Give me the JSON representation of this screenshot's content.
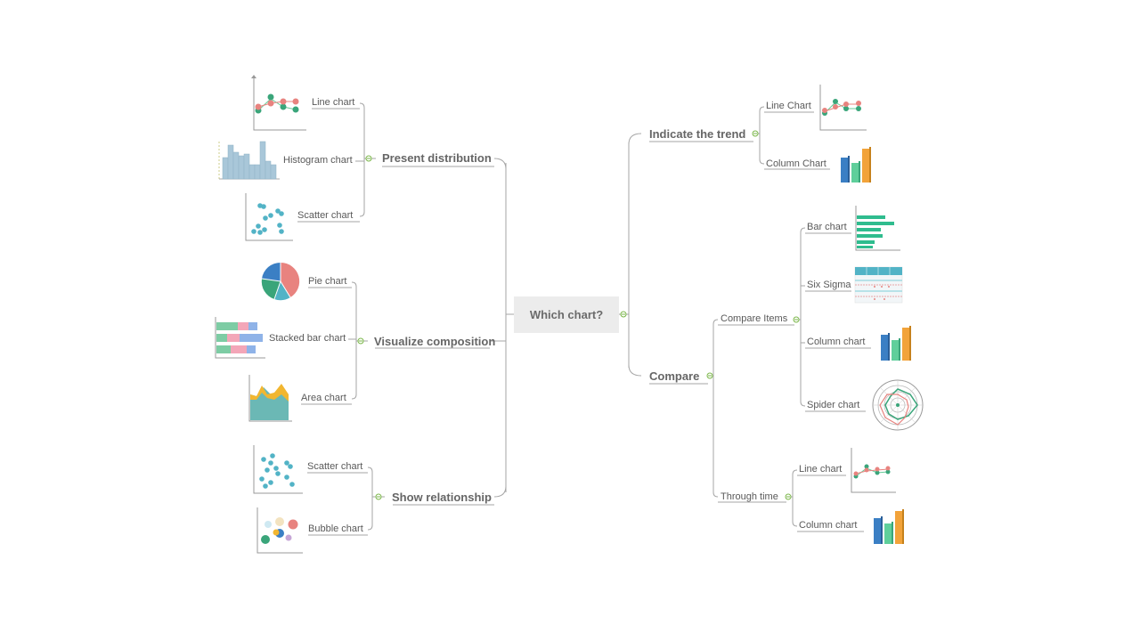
{
  "root": "Which chart?",
  "left": {
    "present_distribution": {
      "label": "Present distribution",
      "items": [
        "Line chart",
        "Histogram chart",
        "Scatter chart"
      ]
    },
    "visualize_composition": {
      "label": "Visualize composition",
      "items": [
        "Pie chart",
        "Stacked bar chart",
        "Area chart"
      ]
    },
    "show_relationship": {
      "label": "Show relationship",
      "items": [
        "Scatter chart",
        "Bubble chart"
      ]
    }
  },
  "right": {
    "indicate_trend": {
      "label": "Indicate the trend",
      "items": [
        "Line Chart",
        "Column Chart"
      ]
    },
    "compare": {
      "label": "Compare",
      "compare_items": {
        "label": "Compare Items",
        "items": [
          "Bar chart",
          "Six Sigma",
          "Column chart",
          "Spider chart"
        ]
      },
      "through_time": {
        "label": "Through time",
        "items": [
          "Line chart",
          "Column chart"
        ]
      }
    }
  },
  "colors": {
    "connector": "#9a9a9a",
    "node_marker": "#7ab648",
    "root_fill": "#ececec",
    "red": "#e8837f",
    "green": "#3aa57a",
    "blue": "#3b7fc4",
    "teal": "#52b3c6",
    "orange": "#f2a33a",
    "lightblue": "#a9c7d9"
  }
}
